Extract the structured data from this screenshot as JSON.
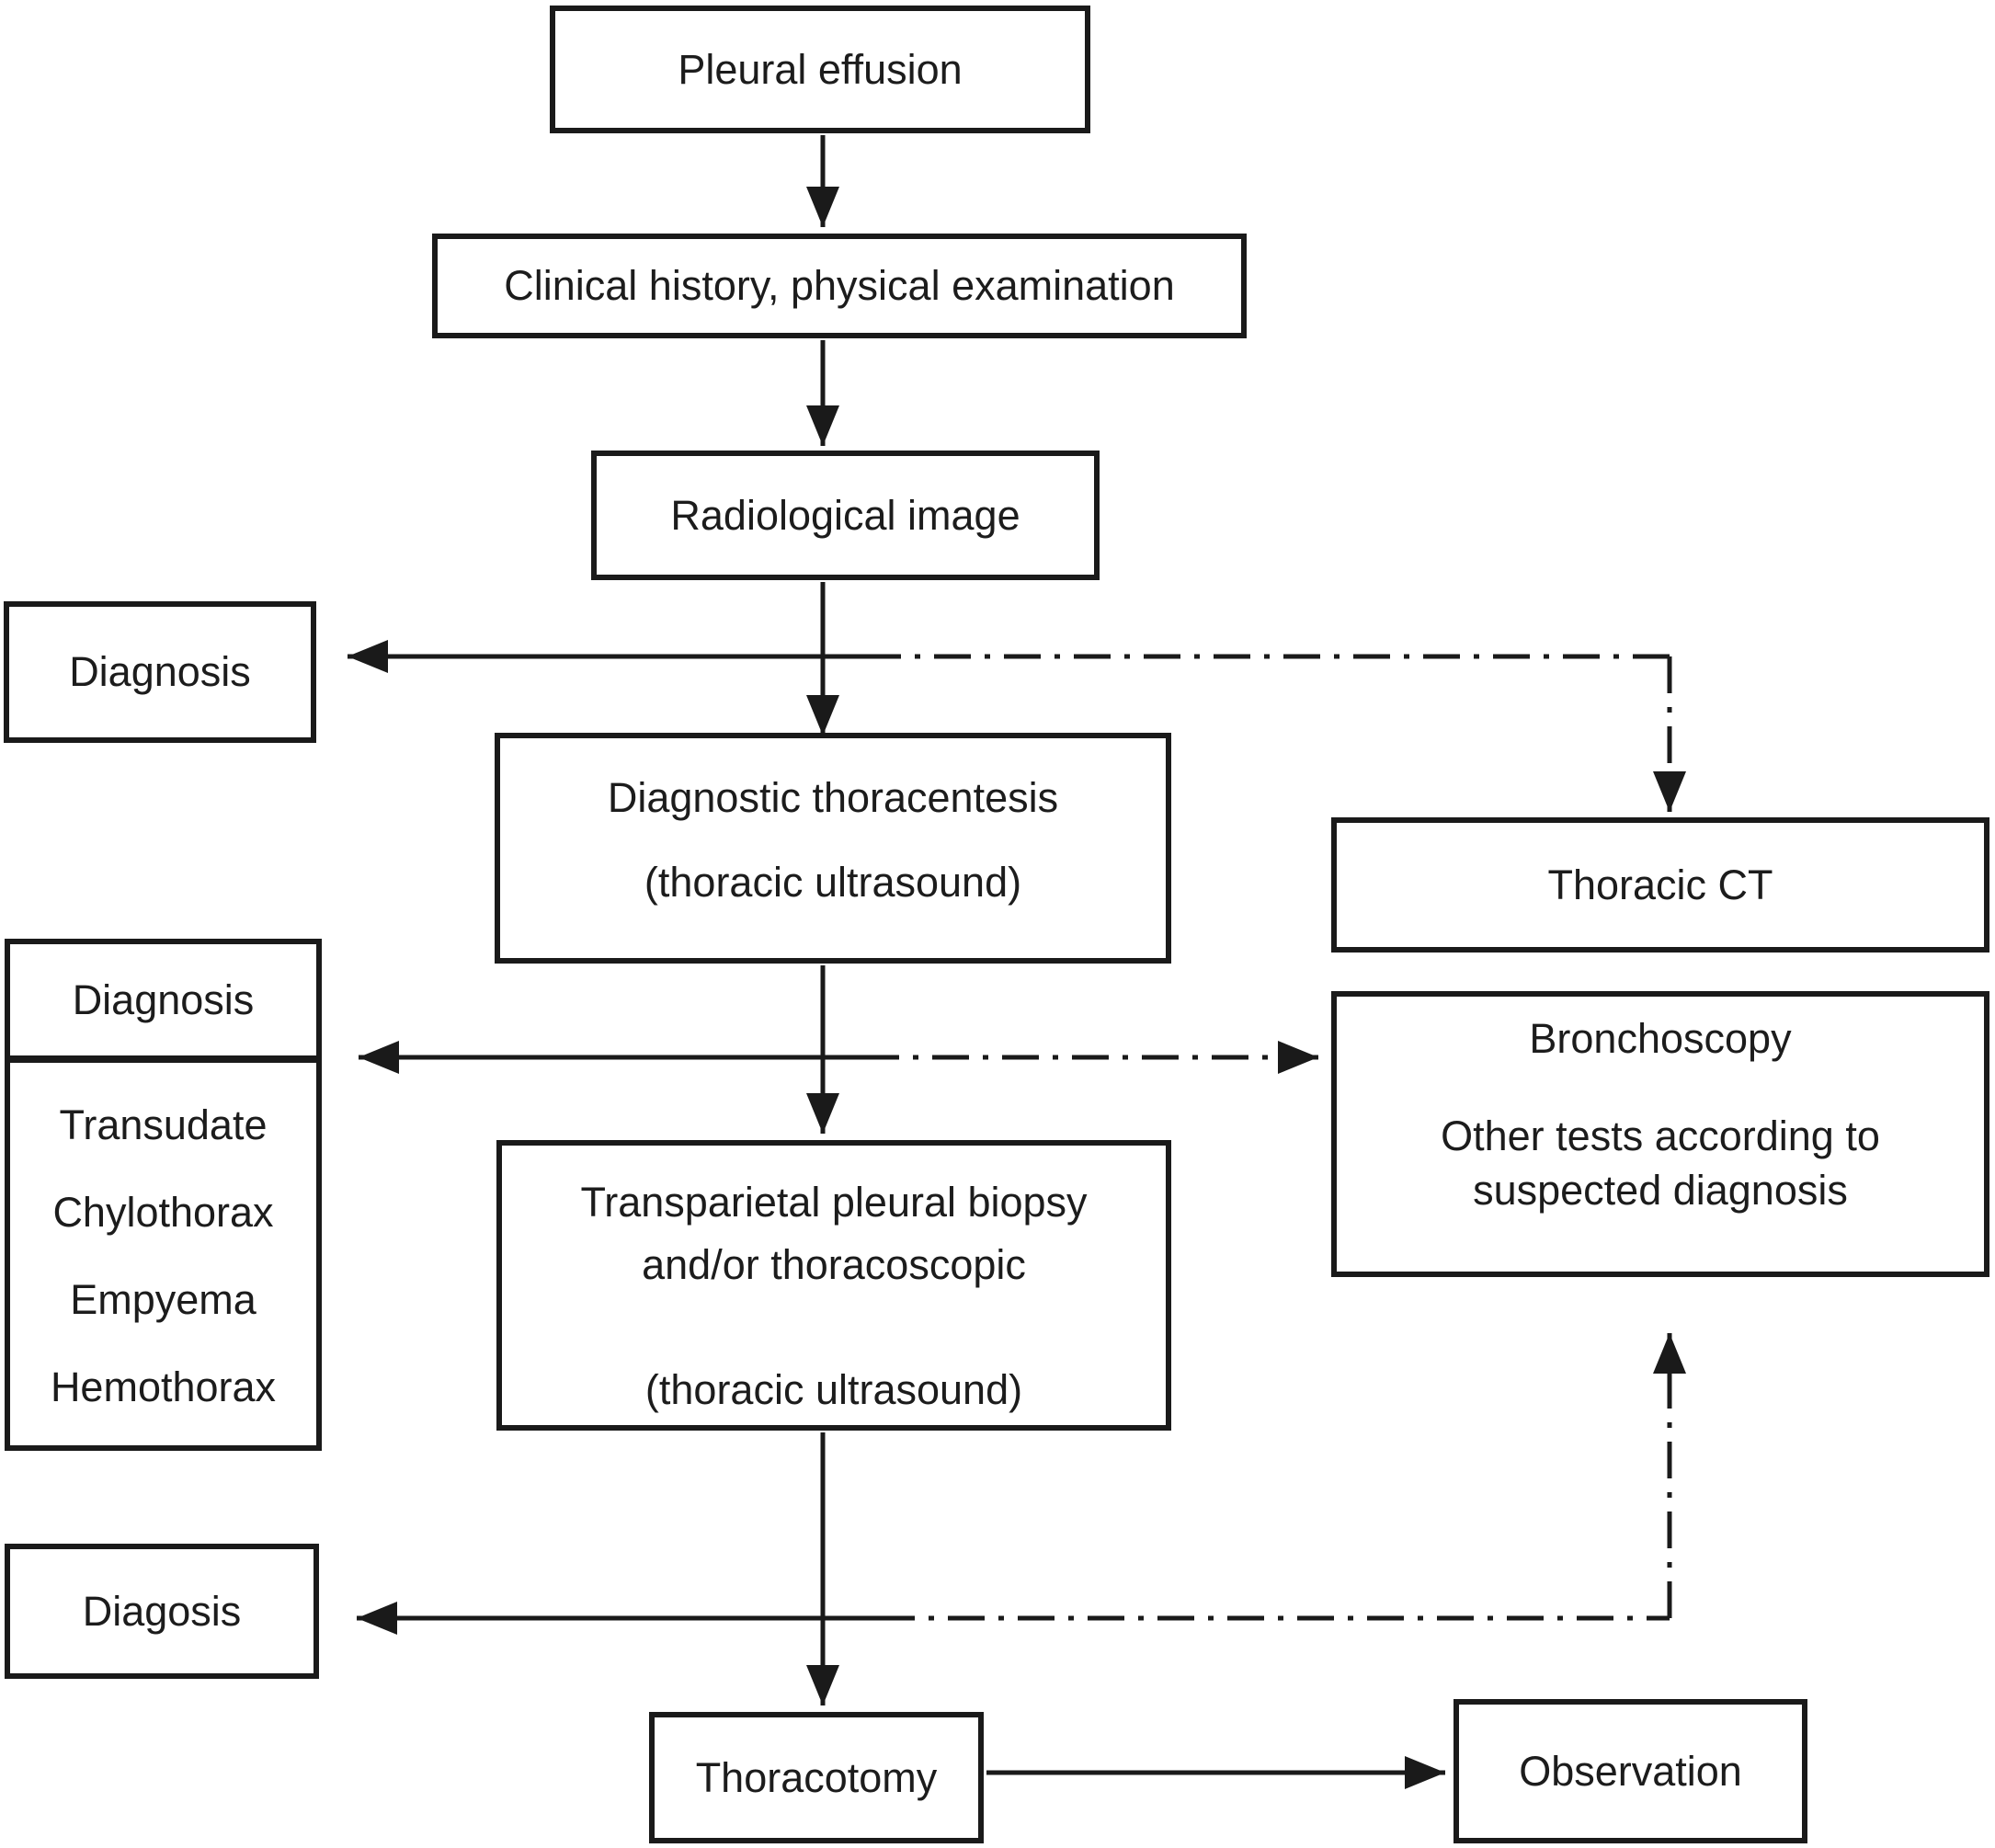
{
  "figure": {
    "background_color": "#ffffff",
    "line_color": "#1a1a1a",
    "nodes": {
      "pleural_effusion": {
        "label": "Pleural effusion"
      },
      "clinical_history": {
        "label": "Clinical history, physical examination"
      },
      "radiological_image": {
        "label": "Radiological image"
      },
      "diagnosis_top": {
        "label": "Diagnosis"
      },
      "diagnostic_thoracentesis": {
        "label": "Diagnostic thoracentesis",
        "sublabel": "(thoracic ultrasound)"
      },
      "thoracic_ct": {
        "label": "Thoracic CT"
      },
      "diagnosis_middle": {
        "header": "Diagnosis",
        "items": [
          "Transudate",
          "Chylothorax",
          "Empyema",
          "Hemothorax"
        ]
      },
      "bronchoscopy": {
        "label": "Bronchoscopy",
        "sublabel_lines": [
          "Other tests according to",
          "suspected diagnosis"
        ]
      },
      "transparietal_biopsy": {
        "label_lines": [
          "Transparietal pleural biopsy",
          "and/or thoracoscopic"
        ],
        "sublabel": "(thoracic ultrasound)"
      },
      "diagnosis_bottom": {
        "label": "Diagosis"
      },
      "thoracotomy": {
        "label": "Thoracotomy"
      },
      "observation": {
        "label": "Observation"
      }
    }
  }
}
